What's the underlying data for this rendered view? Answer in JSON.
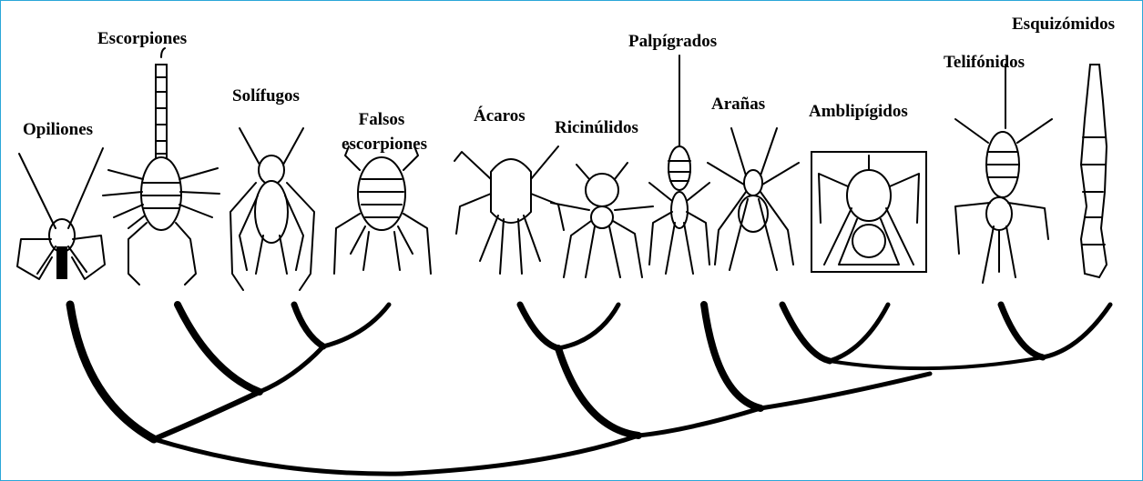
{
  "border_color": "#2aa6d8",
  "taxa": [
    {
      "key": "opiliones",
      "label": "Opiliones"
    },
    {
      "key": "escorpiones",
      "label": "Escorpiones"
    },
    {
      "key": "solifugos",
      "label": "Solífugos"
    },
    {
      "key": "falsos_escorpiones",
      "label_line1": "Falsos",
      "label_line2": "escorpiones"
    },
    {
      "key": "acaros",
      "label": "Ácaros"
    },
    {
      "key": "ricinulidos",
      "label": "Ricinúlidos"
    },
    {
      "key": "palpigrados",
      "label": "Palpígrados"
    },
    {
      "key": "aranas",
      "label": "Arañas"
    },
    {
      "key": "amblipigidos",
      "label": "Amblipígidos"
    },
    {
      "key": "telifonidos",
      "label": "Telifónidos"
    },
    {
      "key": "esquizomidos",
      "label": "Esquizómidos"
    }
  ]
}
